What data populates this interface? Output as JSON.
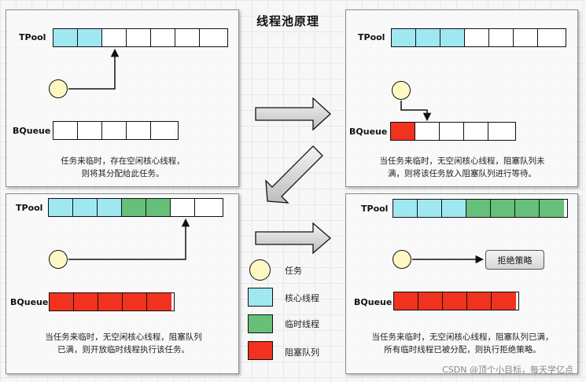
{
  "title": "线程池原理",
  "labels": {
    "pool": "TPool",
    "queue": "BQueue"
  },
  "panels": [
    {
      "id": "p1",
      "caption": [
        "任务来临时，存在空闲核心线程，",
        "则将其分配给此任务。"
      ]
    },
    {
      "id": "p2",
      "caption": [
        "当任务来临时，无空闲核心线程，阻塞队列未",
        "满，则将该任务放入阻塞队列进行等待。"
      ]
    },
    {
      "id": "p3",
      "caption": [
        "当任务来临时，无空闲核心线程，阻塞队列",
        "已满，则开放临时线程执行该任务。"
      ]
    },
    {
      "id": "p4",
      "caption": [
        "当任务来临时，无空闲核心线程，阻塞队列已满，",
        "所有临时线程已被分配，则执行拒绝策略。"
      ]
    }
  ],
  "reject_button": "拒绝策略",
  "legend": [
    {
      "key": "task",
      "label": "任务",
      "color": "#fff8c4"
    },
    {
      "key": "core",
      "label": "核心线程",
      "color": "#9fe8f2"
    },
    {
      "key": "temp",
      "label": "临时线程",
      "color": "#66c07a"
    },
    {
      "key": "blocked",
      "label": "阻塞队列",
      "color": "#f0321e"
    }
  ],
  "watermark": "CSDN @顶个小目标，每天学亿点"
}
